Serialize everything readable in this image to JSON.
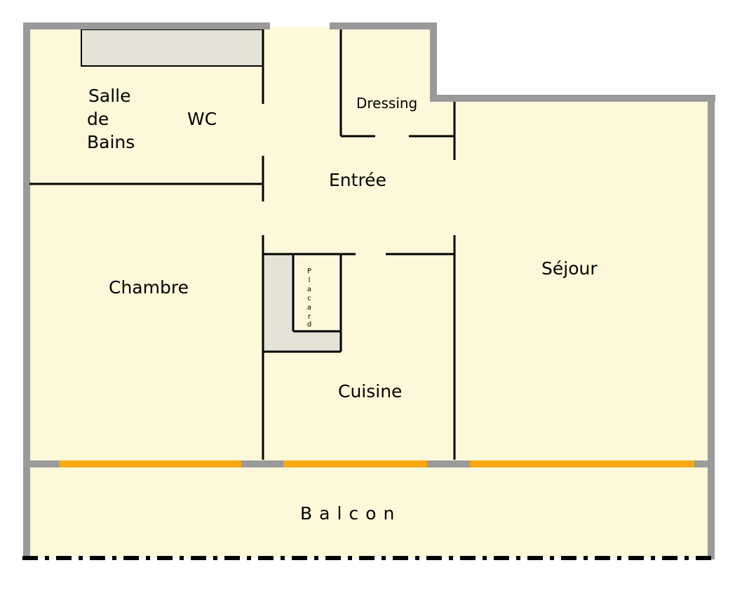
{
  "colors": {
    "floor": "#fdf8da",
    "outer_wall": "#9a9a9a",
    "inner_wall": "#000000",
    "cabinet": "#e5e3d6",
    "window": "#f9a814",
    "railing": "#000000"
  },
  "rooms": {
    "salle_de_bains": [
      "Salle",
      "de",
      "Bains"
    ],
    "wc": "WC",
    "dressing": "Dressing",
    "entree": "Entrée",
    "chambre": "Chambre",
    "sejour": "Séjour",
    "placard": [
      "P",
      "l",
      "a",
      "c",
      "a",
      "r",
      "d"
    ],
    "cuisine": "Cuisine",
    "balcon": "Balcon"
  }
}
